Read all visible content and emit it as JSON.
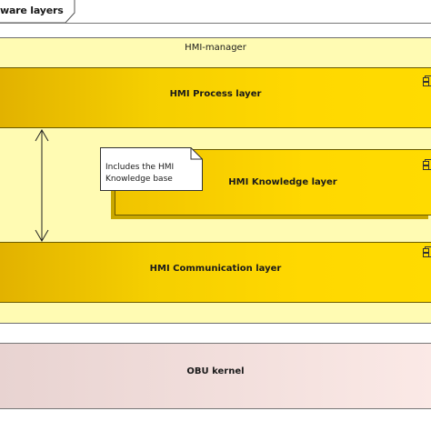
{
  "package": {
    "title": "ware layers"
  },
  "hmi_manager": {
    "label": "HMI-manager"
  },
  "layers": {
    "process": "HMI Process layer",
    "knowledge": "HMI Knowledge layer",
    "communication": "HMI Communication layer"
  },
  "note": {
    "line1": "Includes the HMI",
    "line2": "Knowledge base"
  },
  "obu": {
    "label": "OBU kernel"
  },
  "colors": {
    "layer_fill": "#ffd800",
    "manager_fill": "#fffbb3",
    "obu_fill": "#fbe9e6"
  }
}
